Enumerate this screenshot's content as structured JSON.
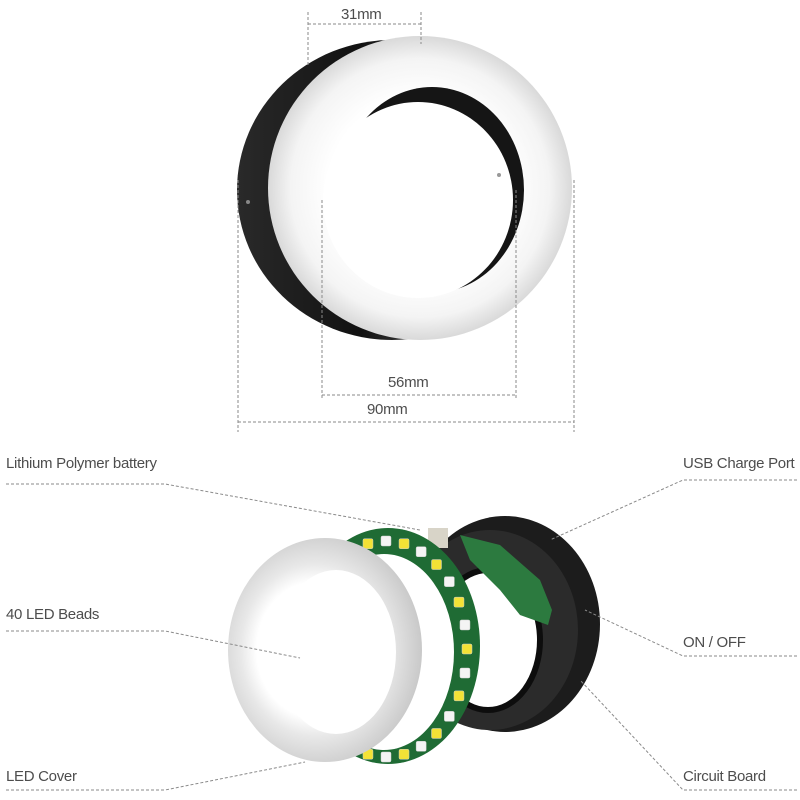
{
  "dimensions": {
    "thickness": "31mm",
    "inner_diameter": "56mm",
    "outer_diameter": "90mm"
  },
  "callouts": {
    "battery": "Lithium Polymer battery",
    "usb_port": "USB Charge Port",
    "led_beads": "40 LED Beads",
    "power_switch": "ON / OFF",
    "led_cover": "LED Cover",
    "circuit_board": "Circuit Board"
  },
  "colors": {
    "ring_light_face": "#f2f2f2",
    "housing_black": "#1a1a1a",
    "pcb_green": "#1f6b34",
    "led_yellow": "#f3e236",
    "led_white": "#f4f4f4",
    "cover_gray": "#dcdcdc",
    "leader_line": "#8a8a8a",
    "text": "#4d4d4d"
  }
}
